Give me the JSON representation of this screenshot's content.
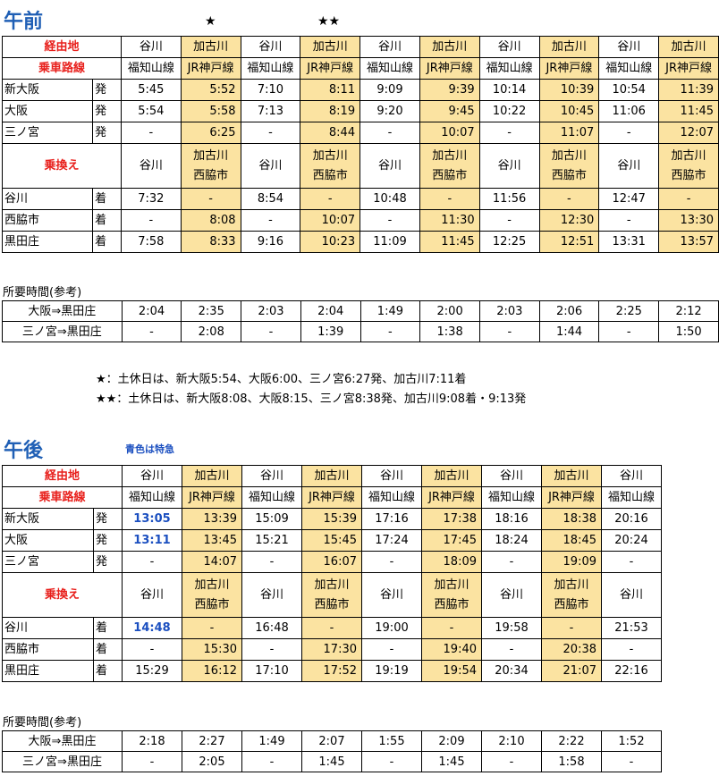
{
  "am": {
    "title": "午前",
    "stars": [
      "★",
      "★★"
    ],
    "headers": {
      "via": "経由地",
      "route": "乗車路線",
      "transfer": "乗換え"
    },
    "cols": [
      {
        "via": "谷川",
        "route": "福知山線",
        "transfer": [
          "谷川"
        ],
        "y": false
      },
      {
        "via": "加古川",
        "route": "JR神戸線",
        "transfer": [
          "加古川",
          "西脇市"
        ],
        "y": true
      },
      {
        "via": "谷川",
        "route": "福知山線",
        "transfer": [
          "谷川"
        ],
        "y": false
      },
      {
        "via": "加古川",
        "route": "JR神戸線",
        "transfer": [
          "加古川",
          "西脇市"
        ],
        "y": true
      },
      {
        "via": "谷川",
        "route": "福知山線",
        "transfer": [
          "谷川"
        ],
        "y": false
      },
      {
        "via": "加古川",
        "route": "JR神戸線",
        "transfer": [
          "加古川",
          "西脇市"
        ],
        "y": true
      },
      {
        "via": "谷川",
        "route": "福知山線",
        "transfer": [
          "谷川"
        ],
        "y": false
      },
      {
        "via": "加古川",
        "route": "JR神戸線",
        "transfer": [
          "加古川",
          "西脇市"
        ],
        "y": true
      },
      {
        "via": "谷川",
        "route": "福知山線",
        "transfer": [
          "谷川"
        ],
        "y": false
      },
      {
        "via": "加古川",
        "route": "JR神戸線",
        "transfer": [
          "加古川",
          "西脇市"
        ],
        "y": true
      }
    ],
    "dep_rows": [
      {
        "station": "新大阪",
        "kind": "発",
        "times": [
          "5:45",
          "5:52",
          "7:10",
          "8:11",
          "9:09",
          "9:39",
          "10:14",
          "10:39",
          "10:54",
          "11:39"
        ]
      },
      {
        "station": "大阪",
        "kind": "発",
        "times": [
          "5:54",
          "5:58",
          "7:13",
          "8:19",
          "9:20",
          "9:45",
          "10:22",
          "10:45",
          "11:06",
          "11:45"
        ]
      },
      {
        "station": "三ノ宮",
        "kind": "発",
        "times": [
          "-",
          "6:25",
          "-",
          "8:44",
          "-",
          "10:07",
          "-",
          "11:07",
          "-",
          "12:07"
        ]
      }
    ],
    "arr_rows": [
      {
        "station": "谷川",
        "kind": "着",
        "times": [
          "7:32",
          "-",
          "8:54",
          "-",
          "10:48",
          "-",
          "11:56",
          "-",
          "12:47",
          "-"
        ]
      },
      {
        "station": "西脇市",
        "kind": "着",
        "times": [
          "-",
          "8:08",
          "-",
          "10:07",
          "-",
          "11:30",
          "-",
          "12:30",
          "-",
          "13:30"
        ]
      },
      {
        "station": "黒田庄",
        "kind": "着",
        "times": [
          "7:58",
          "8:33",
          "9:16",
          "10:23",
          "11:09",
          "11:45",
          "12:25",
          "12:51",
          "13:31",
          "13:57"
        ]
      }
    ],
    "ref_title": "所要時間(参考)",
    "ref_rows": [
      {
        "label": "大阪⇒黒田庄",
        "times": [
          "2:04",
          "2:35",
          "2:03",
          "2:04",
          "1:49",
          "2:00",
          "2:03",
          "2:06",
          "2:25",
          "2:12"
        ]
      },
      {
        "label": "三ノ宮⇒黒田庄",
        "times": [
          "-",
          "2:08",
          "-",
          "1:39",
          "-",
          "1:38",
          "-",
          "1:44",
          "-",
          "1:50"
        ]
      }
    ],
    "notes": [
      "★：土休日は、新大阪5:54、大阪6:00、三ノ宮6:27発、加古川7:11着",
      "★★：土休日は、新大阪8:08、大阪8:15、三ノ宮8:38発、加古川9:08着・9:13発"
    ]
  },
  "pm": {
    "title": "午後",
    "note": "青色は特急",
    "headers": {
      "via": "経由地",
      "route": "乗車路線",
      "transfer": "乗換え"
    },
    "cols": [
      {
        "via": "谷川",
        "route": "福知山線",
        "transfer": [
          "谷川"
        ],
        "y": false
      },
      {
        "via": "加古川",
        "route": "JR神戸線",
        "transfer": [
          "加古川",
          "西脇市"
        ],
        "y": true
      },
      {
        "via": "谷川",
        "route": "福知山線",
        "transfer": [
          "谷川"
        ],
        "y": false
      },
      {
        "via": "加古川",
        "route": "JR神戸線",
        "transfer": [
          "加古川",
          "西脇市"
        ],
        "y": true
      },
      {
        "via": "谷川",
        "route": "福知山線",
        "transfer": [
          "谷川"
        ],
        "y": false
      },
      {
        "via": "加古川",
        "route": "JR神戸線",
        "transfer": [
          "加古川",
          "西脇市"
        ],
        "y": true
      },
      {
        "via": "谷川",
        "route": "福知山線",
        "transfer": [
          "谷川"
        ],
        "y": false
      },
      {
        "via": "加古川",
        "route": "JR神戸線",
        "transfer": [
          "加古川",
          "西脇市"
        ],
        "y": true
      },
      {
        "via": "谷川",
        "route": "福知山線",
        "transfer": [
          "谷川"
        ],
        "y": false
      }
    ],
    "dep_rows": [
      {
        "station": "新大阪",
        "kind": "発",
        "times": [
          "13:05",
          "13:39",
          "15:09",
          "15:39",
          "17:16",
          "17:38",
          "18:16",
          "18:38",
          "20:16"
        ]
      },
      {
        "station": "大阪",
        "kind": "発",
        "times": [
          "13:11",
          "13:45",
          "15:21",
          "15:45",
          "17:24",
          "17:45",
          "18:24",
          "18:45",
          "20:24"
        ]
      },
      {
        "station": "三ノ宮",
        "kind": "発",
        "times": [
          "-",
          "14:07",
          "-",
          "16:07",
          "-",
          "18:09",
          "-",
          "19:09",
          "-"
        ]
      }
    ],
    "arr_rows": [
      {
        "station": "谷川",
        "kind": "着",
        "times": [
          "14:48",
          "-",
          "16:48",
          "-",
          "19:00",
          "-",
          "19:58",
          "-",
          "21:53"
        ]
      },
      {
        "station": "西脇市",
        "kind": "着",
        "times": [
          "-",
          "15:30",
          "-",
          "17:30",
          "-",
          "19:40",
          "-",
          "20:38",
          "-"
        ]
      },
      {
        "station": "黒田庄",
        "kind": "着",
        "times": [
          "15:29",
          "16:12",
          "17:10",
          "17:52",
          "19:19",
          "19:54",
          "20:34",
          "21:07",
          "22:16"
        ]
      }
    ],
    "blue_cells": [
      "13:05",
      "13:11",
      "14:48"
    ],
    "ref_title": "所要時間(参考)",
    "ref_rows": [
      {
        "label": "大阪⇒黒田庄",
        "times": [
          "2:18",
          "2:27",
          "1:49",
          "2:07",
          "1:55",
          "2:09",
          "2:10",
          "2:22",
          "1:52"
        ]
      },
      {
        "label": "三ノ宮⇒黒田庄",
        "times": [
          "-",
          "2:05",
          "-",
          "1:45",
          "-",
          "1:45",
          "-",
          "1:58",
          "-"
        ]
      }
    ]
  }
}
